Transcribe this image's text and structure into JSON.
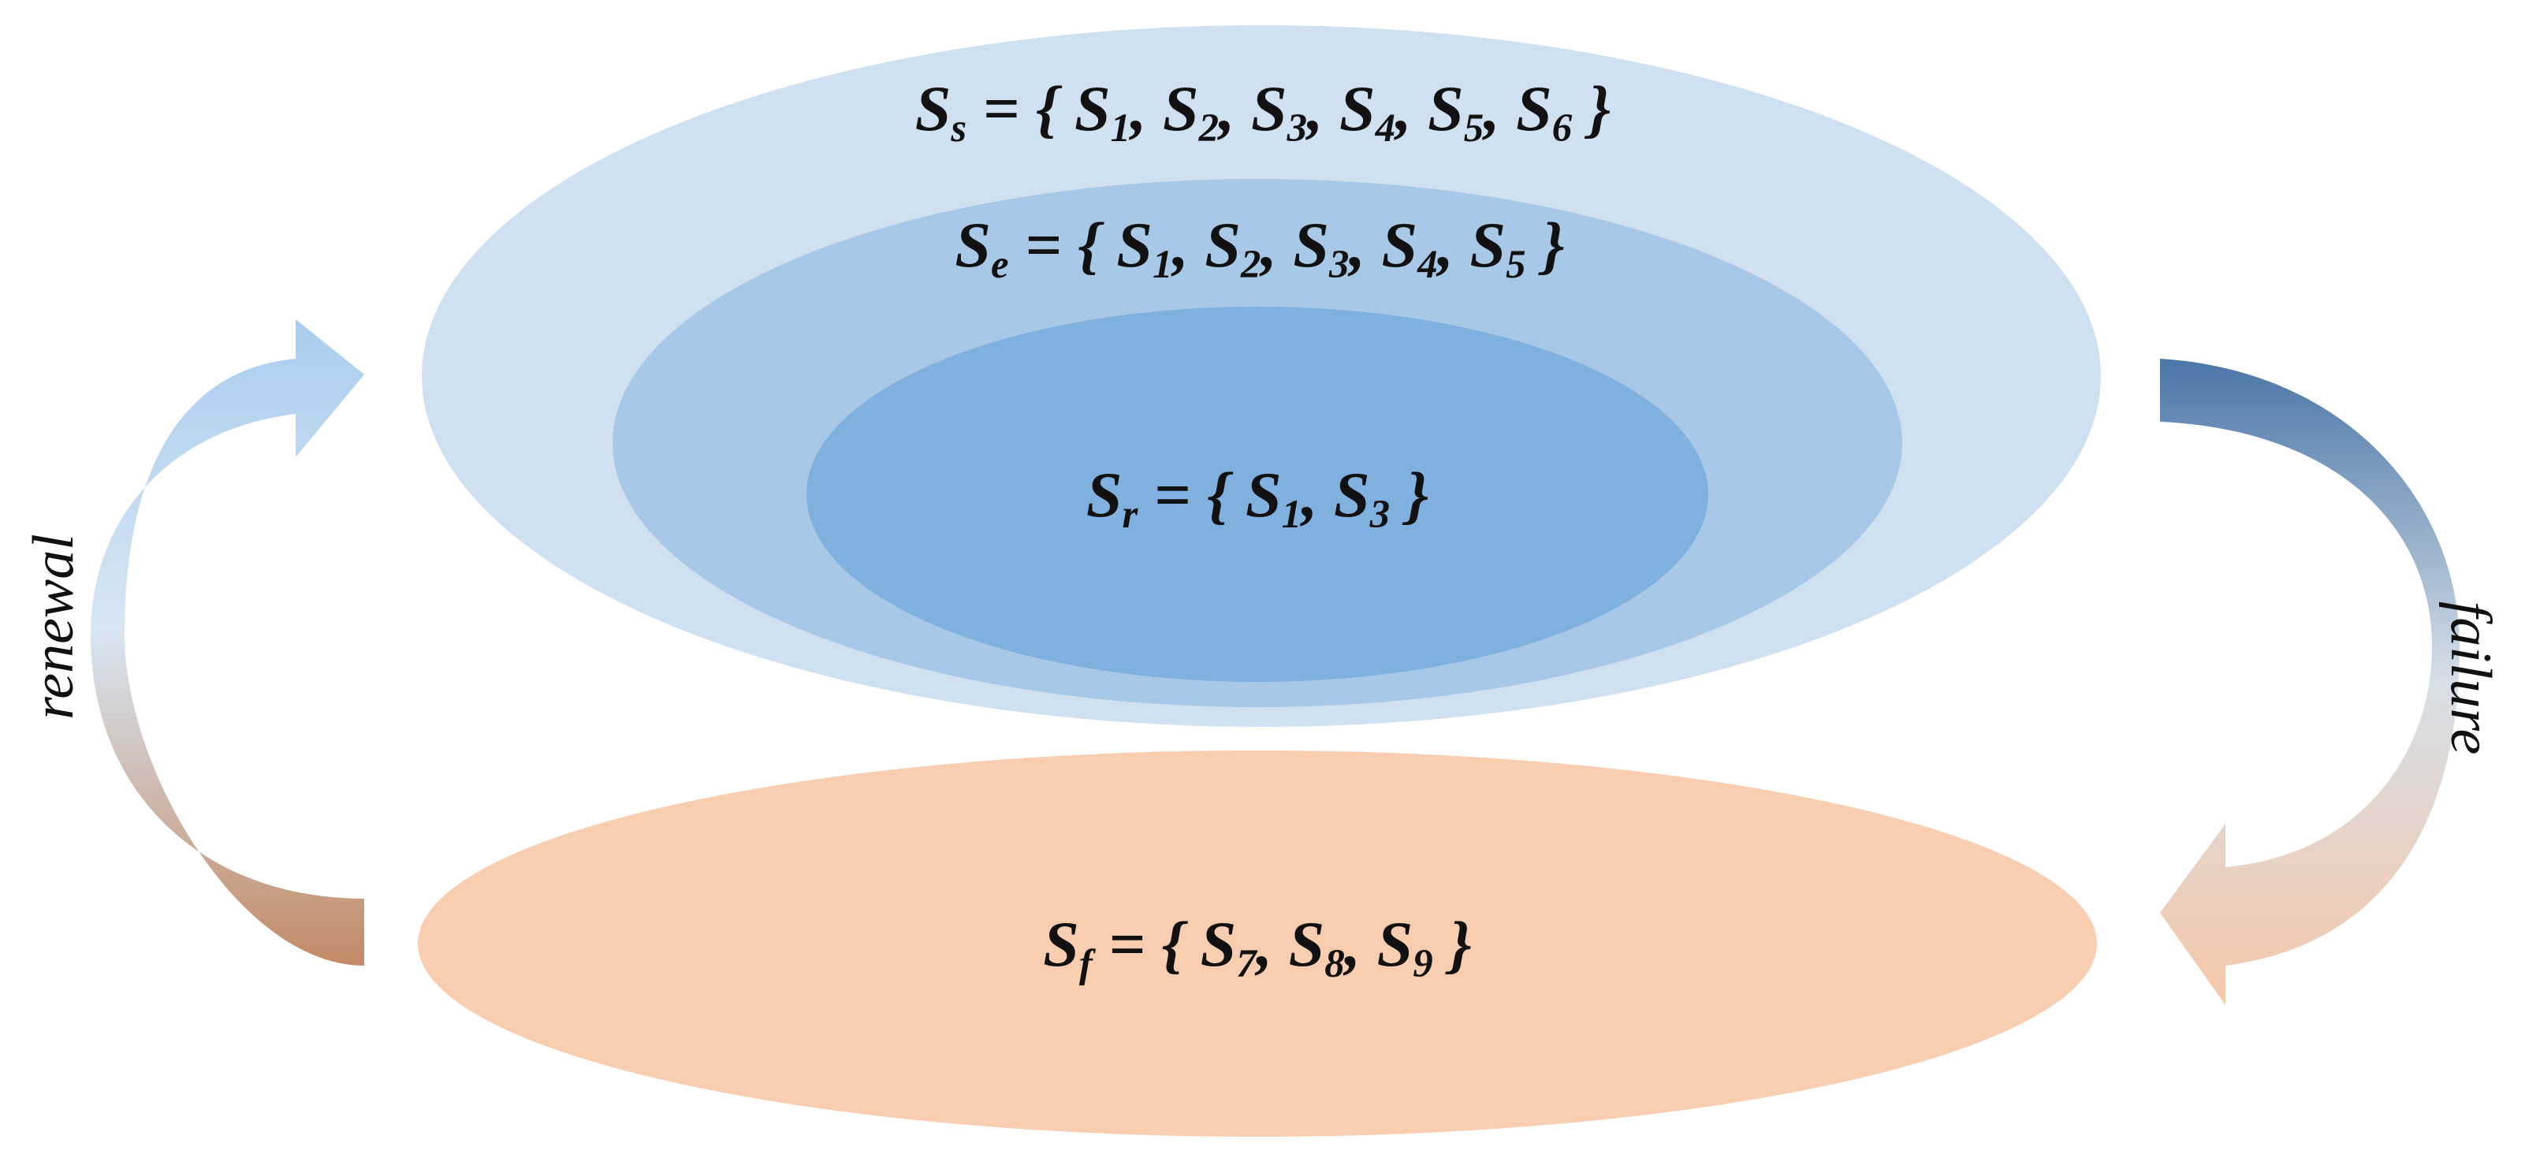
{
  "colors": {
    "outer_set": "#cfe0f1",
    "middle_set": "#a8c8e7",
    "inner_set": "#7fb0de",
    "failure_set": "#f8cdb0",
    "renewal_arrow_top": "#a9cdef",
    "renewal_arrow_bottom": "#c38a66",
    "failure_arrow_top": "#4a76a8",
    "failure_arrow_bottom": "#f6c7a8",
    "text": "#111111"
  },
  "sets": {
    "safe": {
      "symbol": "S",
      "sub": "s",
      "rest": "= {",
      "elements": [
        {
          "base": "S",
          "sub": "1"
        },
        {
          "base": "S",
          "sub": "2"
        },
        {
          "base": "S",
          "sub": "3"
        },
        {
          "base": "S",
          "sub": "4"
        },
        {
          "base": "S",
          "sub": "5"
        },
        {
          "base": "S",
          "sub": "6"
        }
      ],
      "close": "}"
    },
    "efficient": {
      "symbol": "S",
      "sub": "e",
      "rest": "= {",
      "elements": [
        {
          "base": "S",
          "sub": "1"
        },
        {
          "base": "S",
          "sub": "2"
        },
        {
          "base": "S",
          "sub": "3"
        },
        {
          "base": "S",
          "sub": "4"
        },
        {
          "base": "S",
          "sub": "5"
        }
      ],
      "close": "}"
    },
    "reliable": {
      "symbol": "S",
      "sub": "r",
      "rest": "= {",
      "elements": [
        {
          "base": "S",
          "sub": "1"
        },
        {
          "base": "S",
          "sub": "3"
        }
      ],
      "close": "}"
    },
    "failure": {
      "symbol": "S",
      "sub": "f",
      "rest": "= {",
      "elements": [
        {
          "base": "S",
          "sub": "7"
        },
        {
          "base": "S",
          "sub": "8"
        },
        {
          "base": "S",
          "sub": "9"
        }
      ],
      "close": "}"
    }
  },
  "arrows": {
    "renewal_label": "renewal",
    "failure_label": "failure"
  }
}
